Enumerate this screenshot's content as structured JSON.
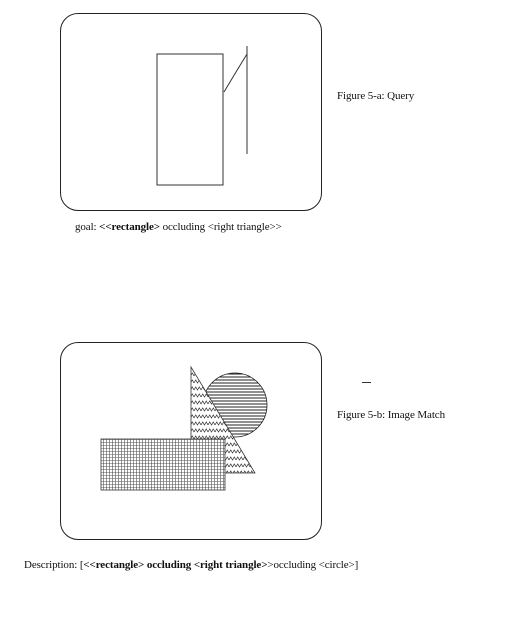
{
  "figure_a": {
    "caption": "Figure 5-a: Query",
    "goal_prefix": "goal: ",
    "goal_bold_1": "<<rectangle>",
    "goal_mid": " occluding ",
    "goal_bold_2": "<right triangle>",
    "goal_suffix": ">"
  },
  "figure_b": {
    "caption": "Figure 5-b: Image Match",
    "desc_prefix": "Description:  [",
    "desc_bold_1": "<<rectangle>",
    "desc_mid_1": " occluding ",
    "desc_bold_2": "<right triangle>",
    "desc_mid_2": ">occluding <circle>]",
    "dash": "–"
  }
}
